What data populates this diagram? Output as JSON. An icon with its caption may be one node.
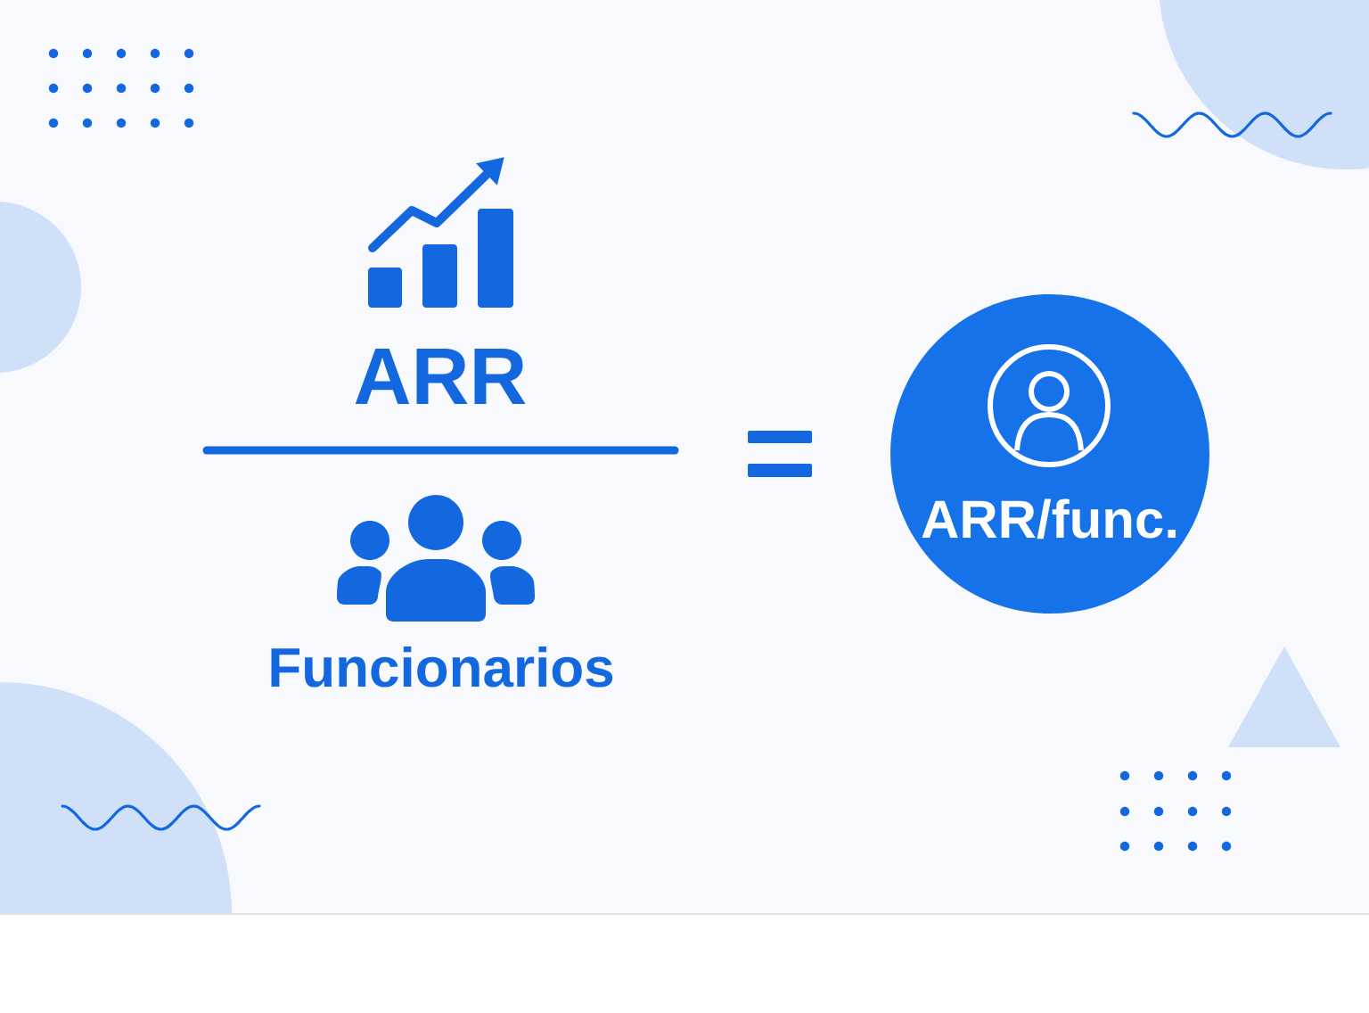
{
  "diagram": {
    "nodes": [
      {
        "text": [
          "ARR/func."
        ]
      }
    ],
    "labels": [
      "ARR",
      "Funcionarios"
    ]
  }
}
